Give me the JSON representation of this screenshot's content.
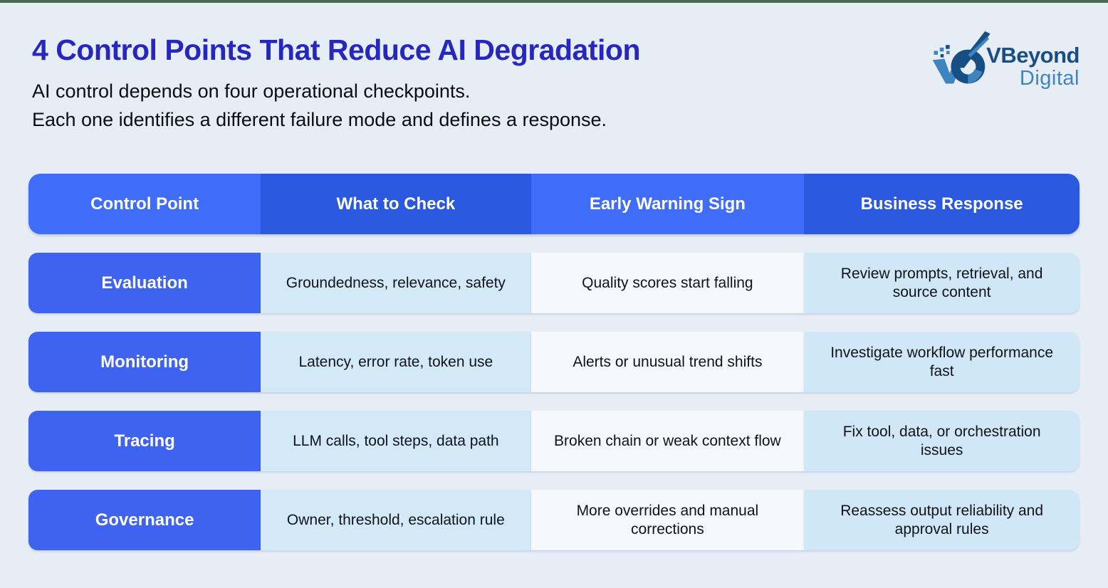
{
  "page": {
    "title": "4 Control Points That Reduce AI Degradation",
    "subtitle_line1": "AI control depends on four operational checkpoints.",
    "subtitle_line2": "Each one identifies a different failure mode and defines a response."
  },
  "logo": {
    "name": "VBeyond",
    "suffix": "Digital"
  },
  "colors": {
    "title_blue": "#2527be",
    "header_light_blue": "#3f6cf8",
    "header_dark_blue": "#2a58de",
    "row_label_blue": "#3d63f0",
    "cell_light_blue": "#d3e9f7",
    "cell_near_white": "#f5f9fd",
    "background": "#e7edf4",
    "top_strip_green": "#4b6a52",
    "logo_navy": "#184e86",
    "logo_light_blue": "#3e85c0"
  },
  "chart_data": {
    "type": "table",
    "title": "4 Control Points That Reduce AI Degradation",
    "columns": [
      "Control Point",
      "What to Check",
      "Early Warning Sign",
      "Business Response"
    ],
    "rows": [
      [
        "Evaluation",
        "Groundedness, relevance, safety",
        "Quality scores start falling",
        "Review prompts, retrieval, and source content"
      ],
      [
        "Monitoring",
        "Latency, error rate, token use",
        "Alerts or unusual trend shifts",
        "Investigate workflow performance fast"
      ],
      [
        "Tracing",
        "LLM calls, tool steps, data path",
        "Broken chain or weak context flow",
        "Fix tool, data, or orchestration issues"
      ],
      [
        "Governance",
        "Owner, threshold, escalation rule",
        "More overrides and manual corrections",
        "Reassess output reliability and approval rules"
      ]
    ]
  },
  "table": {
    "headers": [
      "Control Point",
      "What to Check",
      "Early Warning Sign",
      "Business Response"
    ],
    "rows": [
      {
        "control_point": "Evaluation",
        "what_to_check": "Groundedness, relevance, safety",
        "early_warning_sign": "Quality scores start falling",
        "business_response": "Review prompts, retrieval, and source content"
      },
      {
        "control_point": "Monitoring",
        "what_to_check": "Latency, error rate, token use",
        "early_warning_sign": "Alerts or unusual trend shifts",
        "business_response": "Investigate workflow performance fast"
      },
      {
        "control_point": "Tracing",
        "what_to_check": "LLM calls, tool steps, data path",
        "early_warning_sign": "Broken chain or weak context flow",
        "business_response": "Fix tool, data, or orchestration issues"
      },
      {
        "control_point": "Governance",
        "what_to_check": "Owner, threshold, escalation rule",
        "early_warning_sign": "More overrides and manual corrections",
        "business_response": "Reassess output reliability and approval rules"
      }
    ]
  }
}
